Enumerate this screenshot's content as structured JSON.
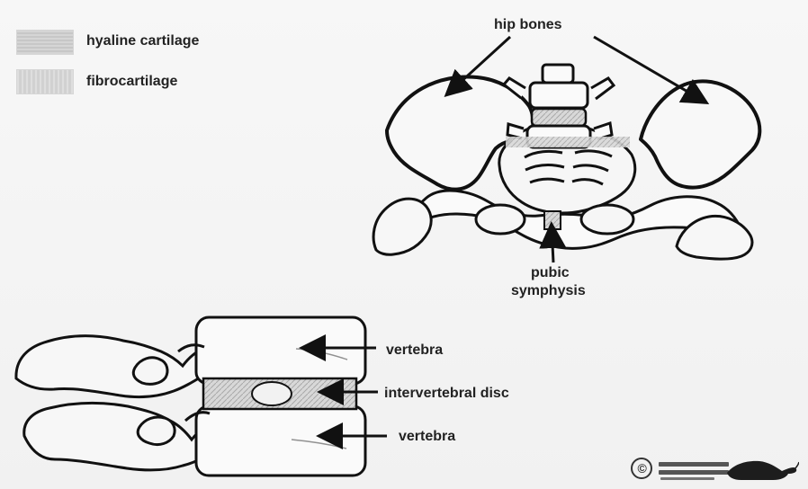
{
  "legend": {
    "items": [
      {
        "label": "hyaline cartilage"
      },
      {
        "label": "fibrocartilage"
      }
    ]
  },
  "labels": {
    "hip_bones": "hip bones",
    "pubic_line_1": "pubic",
    "pubic_line_2": "symphysis",
    "vertebra_top": "vertebra",
    "intervertebral_disc": "intervertebral disc",
    "vertebra_bottom": "vertebra"
  },
  "logo": {
    "symbol": "©"
  }
}
